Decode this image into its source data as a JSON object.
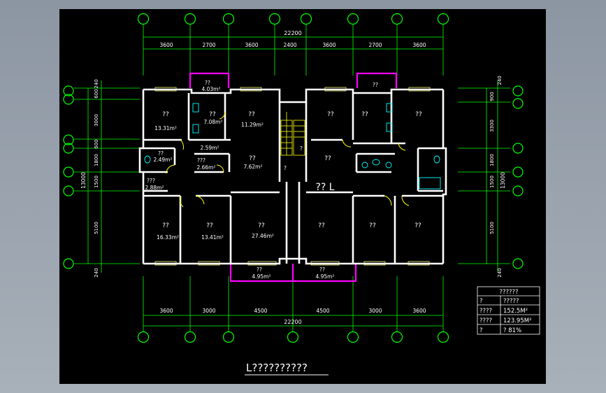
{
  "drawing": {
    "top_total": "22200",
    "top_dims": [
      "3600",
      "2700",
      "3600",
      "2400",
      "3600",
      "2700",
      "3600"
    ],
    "bottom_total": "22200",
    "bottom_dims": [
      "3600",
      "3000",
      "4500",
      "4500",
      "3000",
      "3600"
    ],
    "left_dims": [
      "240",
      "600",
      "3000",
      "600",
      "1800",
      "1500",
      "5100",
      "240"
    ],
    "left_total": "13000",
    "right_dims": [
      "240",
      "900",
      "3300",
      "1800",
      "1500",
      "5100",
      "240"
    ],
    "right_total": "13000",
    "rooms": [
      {
        "name": "??",
        "area": "4.03m²"
      },
      {
        "name": "??",
        "area": "13.31m²"
      },
      {
        "name": "??",
        "area": "7.08m²"
      },
      {
        "name": "??",
        "area": "11.29m²"
      },
      {
        "name": "",
        "area": "2.59m²"
      },
      {
        "name": "??",
        "area": "2.49m²"
      },
      {
        "name": "???",
        "area": "2.66m²"
      },
      {
        "name": "??",
        "area": "7.62m²"
      },
      {
        "name": "???",
        "area": "2.88m²"
      },
      {
        "name": "??",
        "area": "16.33m²"
      },
      {
        "name": "??",
        "area": "13.41m²"
      },
      {
        "name": "??",
        "area": "27.46m²"
      },
      {
        "name": "??",
        "area": "4.95m²"
      },
      {
        "name": "??",
        "area": "4.95m²"
      },
      {
        "name": "??",
        "area": ""
      },
      {
        "name": "??",
        "area": ""
      },
      {
        "name": "??",
        "area": ""
      },
      {
        "name": "??",
        "area": ""
      },
      {
        "name": "??",
        "area": ""
      },
      {
        "name": "??",
        "area": ""
      },
      {
        "name": "??",
        "area": ""
      },
      {
        "name": "??",
        "area": ""
      },
      {
        "name": "?",
        "area": ""
      },
      {
        "name": "?",
        "area": ""
      }
    ],
    "unit_label": "?? L",
    "title": "L??????????",
    "table": {
      "header": "??????",
      "rows": [
        {
          "c1": "?",
          "c2": "?????"
        },
        {
          "c1": "????",
          "c2": "152.5M²"
        },
        {
          "c1": "????",
          "c2": "123.95M²"
        },
        {
          "c1": "?",
          "c2": "?  81%"
        }
      ]
    }
  },
  "colors": {
    "background": "#000000",
    "grid_green": "#00ff00",
    "wall_white": "#ffffff",
    "balcony_magenta": "#ff00ff",
    "window_yellow": "#ffff80",
    "fixture_cyan": "#00ffff"
  }
}
